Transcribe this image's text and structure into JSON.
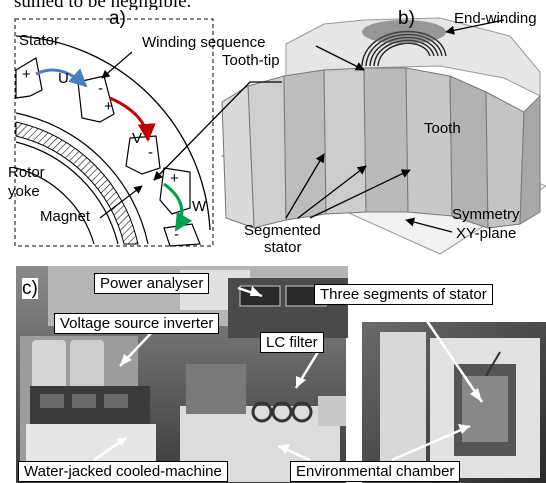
{
  "top_cut_text": "sumed to be negligible.",
  "panel_a": {
    "letter": "a)",
    "labels": {
      "stator": "Stator",
      "winding_sequence": "Winding sequence",
      "rotor_yoke_1": "Rotor",
      "rotor_yoke_2": "yoke",
      "magnet": "Magnet",
      "tooth_tip": "Tooth-tip",
      "phase_u": "U",
      "phase_v": "V",
      "phase_w": "W",
      "plus_1": "+",
      "minus_1": "-",
      "plus_2": "+",
      "minus_2": "-",
      "plus_3": "+",
      "minus_3": "-"
    },
    "colors": {
      "u": "#4a7ec4",
      "v": "#c00000",
      "w": "#00a050"
    }
  },
  "panel_b": {
    "letter": "b)",
    "labels": {
      "end_winding": "End-winding",
      "tooth": "Tooth",
      "segmented_1": "Segmented",
      "segmented_2": "stator",
      "symmetry_1": "Symmetry",
      "symmetry_2": "XY-plane"
    }
  },
  "panel_c": {
    "letter": "c)",
    "callouts": {
      "power_analyser": "Power analyser",
      "three_segments": "Three segments of stator",
      "voltage_source_inverter": "Voltage source inverter",
      "lc_filter": "LC filter",
      "water_jacked": "Water-jacked cooled-machine",
      "environmental_chamber": "Environmental chamber"
    }
  }
}
